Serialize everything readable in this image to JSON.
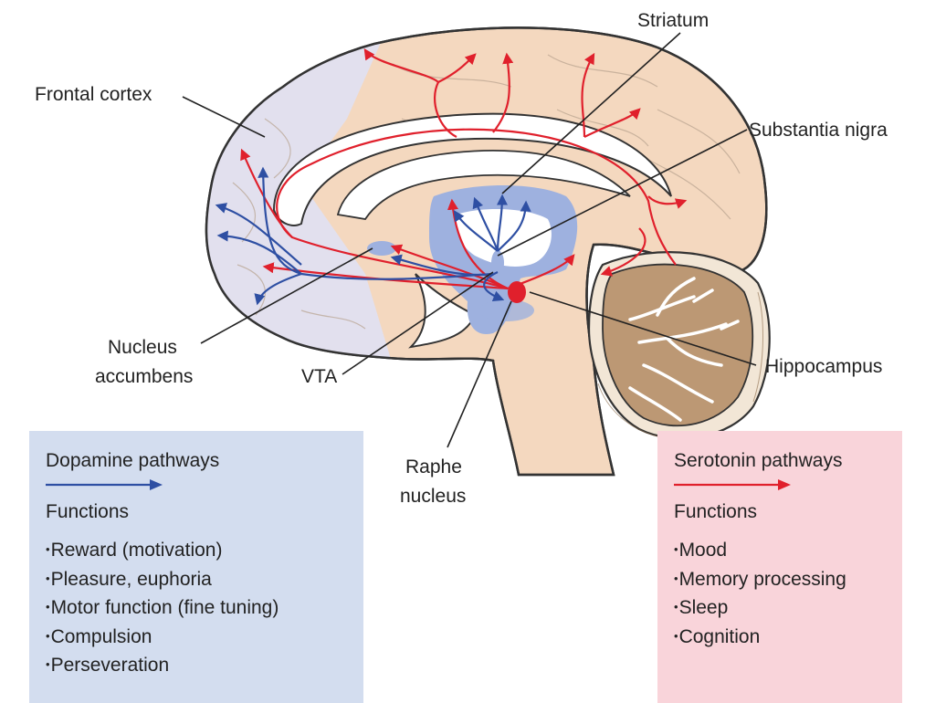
{
  "labels": {
    "frontal_cortex": "Frontal cortex",
    "striatum": "Striatum",
    "substantia_nigra": "Substantia nigra",
    "nucleus_accumbens_1": "Nucleus",
    "nucleus_accumbens_2": "accumbens",
    "vta": "VTA",
    "hippocampus": "Hippocampus",
    "raphe_1": "Raphe",
    "raphe_2": "nucleus"
  },
  "dopamine": {
    "title": "Dopamine pathways",
    "functions_heading": "Functions",
    "functions": [
      "Reward (motivation)",
      "Pleasure, euphoria",
      "Motor function (fine tuning)",
      "Compulsion",
      "Perseveration"
    ]
  },
  "serotonin": {
    "title": "Serotonin pathways",
    "functions_heading": "Functions",
    "functions": [
      "Mood",
      "Memory processing",
      "Sleep",
      "Cognition"
    ]
  },
  "colors": {
    "dopamine": "#2e4fa3",
    "serotonin": "#e0202c",
    "dopamine_panel": "#d3ddef",
    "serotonin_panel": "#f9d4da",
    "brain": "#f4d8bf",
    "frontal": "#e2e0ee",
    "dopamine_region": "#9eb1df",
    "cerebellum": "#bc9874"
  }
}
